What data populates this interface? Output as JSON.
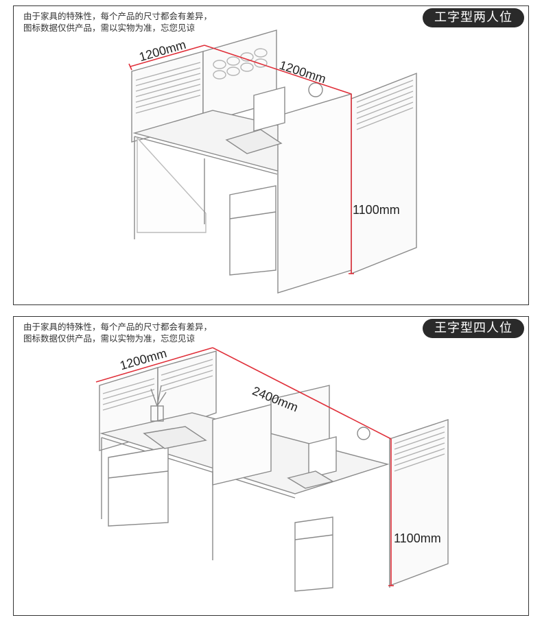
{
  "panels": [
    {
      "note": "由于家具的特殊性，每个产品的尺寸都会有差异，\n图标数据仅供产品，需以实物为准，忘您见谅",
      "title": "工字型两人位",
      "dimensions": {
        "width": "1200mm",
        "depth": "1200mm",
        "height": "1100mm"
      }
    },
    {
      "note": "由于家具的特殊性，每个产品的尺寸都会有差异，\n图标数据仅供产品，需以实物为准，忘您见谅",
      "title": "王字型四人位",
      "dimensions": {
        "width": "1200mm",
        "length": "2400mm",
        "height": "1100mm"
      }
    }
  ],
  "colors": {
    "dimension_line": "#e0303a",
    "badge_bg": "#2a2a2a",
    "border": "#333333",
    "line_art": "#8a8a8a"
  }
}
